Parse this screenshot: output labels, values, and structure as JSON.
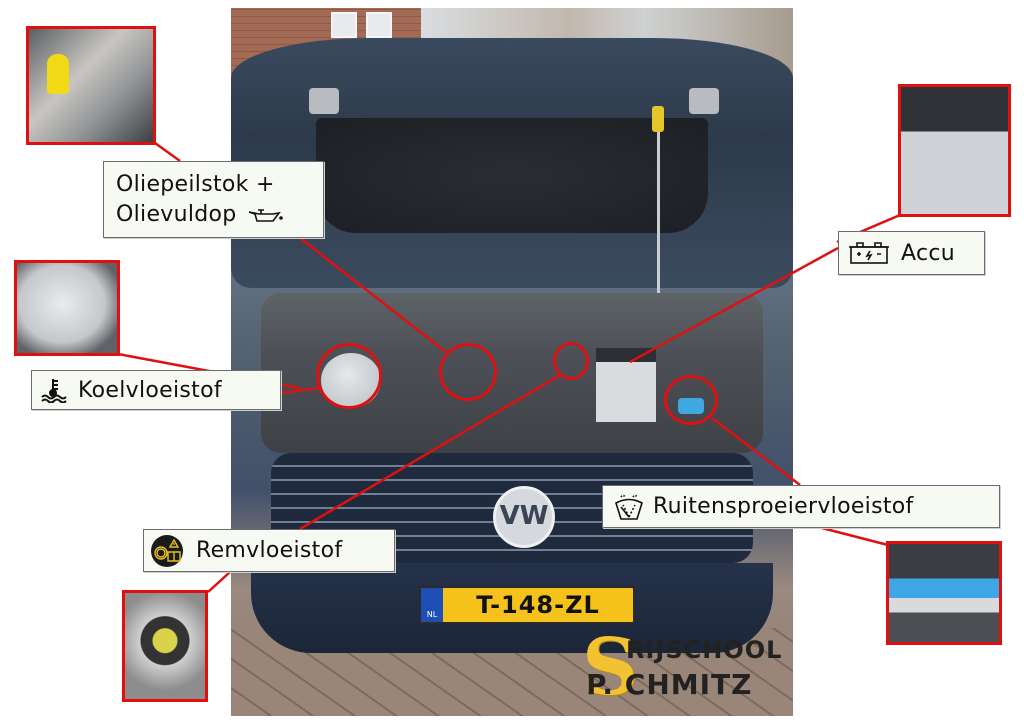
{
  "diagram": {
    "subject": "Motorruimte Volkswagen met motorkap open",
    "accent_color": "#e01010",
    "label_background": "#f7f9f3"
  },
  "labels": {
    "oil": {
      "line1": "Oliepeilstok +",
      "line2": "Olievuldop",
      "icon": "oil-can-icon"
    },
    "coolant": {
      "text": "Koelvloeistof",
      "icon": "coolant-temperature-icon"
    },
    "battery": {
      "text": "Accu",
      "icon": "battery-icon"
    },
    "washer": {
      "text": "Ruitensproeiervloeistof",
      "icon": "windshield-washer-icon"
    },
    "brake": {
      "text": "Remvloeistof",
      "icon": "brake-fluid-warning-icon"
    }
  },
  "photo": {
    "license_plate": {
      "country": "NL",
      "number": "T-148-ZL"
    },
    "badge": "VW"
  },
  "logo": {
    "initial": "S",
    "line1": "RIJSCHOOL",
    "line2": "P. CHMITZ"
  }
}
